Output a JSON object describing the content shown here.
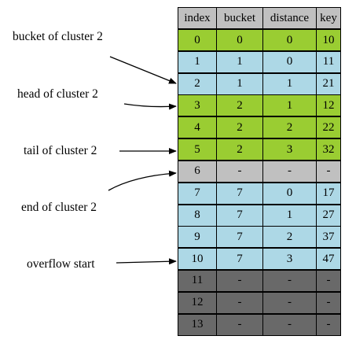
{
  "table": {
    "headers": [
      "index",
      "bucket",
      "distance",
      "key"
    ],
    "rows": [
      {
        "cells": [
          "0",
          "0",
          "0",
          "10"
        ],
        "fill": "#9acd32"
      },
      {
        "cells": [
          "1",
          "1",
          "0",
          "11"
        ],
        "fill": "#add8e6"
      },
      {
        "cells": [
          "2",
          "1",
          "1",
          "21"
        ],
        "fill": "#add8e6"
      },
      {
        "cells": [
          "3",
          "2",
          "1",
          "12"
        ],
        "fill": "#9acd32"
      },
      {
        "cells": [
          "4",
          "2",
          "2",
          "22"
        ],
        "fill": "#9acd32"
      },
      {
        "cells": [
          "5",
          "2",
          "3",
          "32"
        ],
        "fill": "#9acd32"
      },
      {
        "cells": [
          "6",
          "-",
          "-",
          "-"
        ],
        "fill": "#c0c0c0"
      },
      {
        "cells": [
          "7",
          "7",
          "0",
          "17"
        ],
        "fill": "#add8e6"
      },
      {
        "cells": [
          "8",
          "7",
          "1",
          "27"
        ],
        "fill": "#add8e6"
      },
      {
        "cells": [
          "9",
          "7",
          "2",
          "37"
        ],
        "fill": "#add8e6"
      },
      {
        "cells": [
          "10",
          "7",
          "3",
          "47"
        ],
        "fill": "#add8e6"
      },
      {
        "cells": [
          "11",
          "-",
          "-",
          "-"
        ],
        "fill": "#696969"
      },
      {
        "cells": [
          "12",
          "-",
          "-",
          "-"
        ],
        "fill": "#696969"
      },
      {
        "cells": [
          "13",
          "-",
          "-",
          "-"
        ],
        "fill": "#696969"
      }
    ]
  },
  "header_fill": "#c0c0c0",
  "annotations": [
    {
      "id": "bucket-of-cluster-2",
      "text": "bucket of cluster 2",
      "target_row": 2
    },
    {
      "id": "head-of-cluster-2",
      "text": "head of cluster 2",
      "target_row": 3
    },
    {
      "id": "tail-of-cluster-2",
      "text": "tail of cluster 2",
      "target_row": 5
    },
    {
      "id": "end-of-cluster-2",
      "text": "end of cluster 2",
      "target_row": 6
    },
    {
      "id": "overflow-start",
      "text": "overflow start",
      "target_row": 10
    }
  ]
}
